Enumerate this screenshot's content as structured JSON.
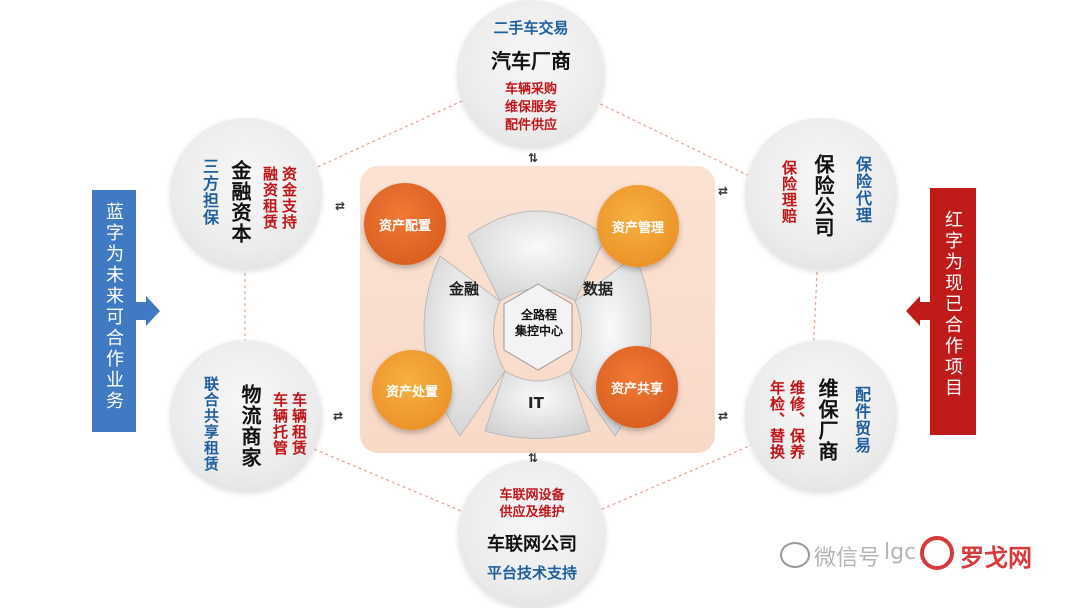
{
  "side_left": "蓝字为未来可合作业务",
  "side_right": "红字为现已合作项目",
  "top": {
    "blue": "二手车交易",
    "title": "汽车厂商",
    "red": [
      "车辆采购",
      "维保服务",
      "配件供应"
    ]
  },
  "bottom": {
    "red": [
      "车联网设备",
      "供应及维护"
    ],
    "title": "车联网公司",
    "blue": "平台技术支持"
  },
  "upper_left": {
    "blue": "三方担保",
    "title": "金融资本",
    "red": [
      "资金支持",
      "融资租赁"
    ]
  },
  "lower_left": {
    "blue": "联合共享租赁",
    "title": "物流商家",
    "red": [
      "车辆租赁",
      "车辆托管"
    ]
  },
  "upper_right": {
    "red": [
      "保险理赔"
    ],
    "title": "保险公司",
    "blue": "保险代理"
  },
  "lower_right": {
    "red": [
      "年检、替换",
      "维修、保养"
    ],
    "title": "维保厂商",
    "blue": "配件贸易"
  },
  "center": {
    "hub": [
      "全路程",
      "集控中心"
    ],
    "segments": {
      "finance": "金融",
      "data": "数据",
      "it": "IT"
    },
    "nodes": {
      "asset_config": "资产配置",
      "asset_manage": "资产管理",
      "asset_dispose": "资产处置",
      "asset_share": "资产共享"
    }
  },
  "arrows": {
    "pair": "⇄",
    "vertical": "⇅"
  },
  "watermark": {
    "prefix": "微信号",
    "text": "lgc",
    "brand": "罗戈网"
  },
  "colors": {
    "blue": "#1f5f9e",
    "red": "#c0161a",
    "orange_dark": "#e0661f",
    "orange_light": "#f39a2c",
    "side_blue": "#3f7ac2",
    "side_red": "#c01b1b"
  }
}
